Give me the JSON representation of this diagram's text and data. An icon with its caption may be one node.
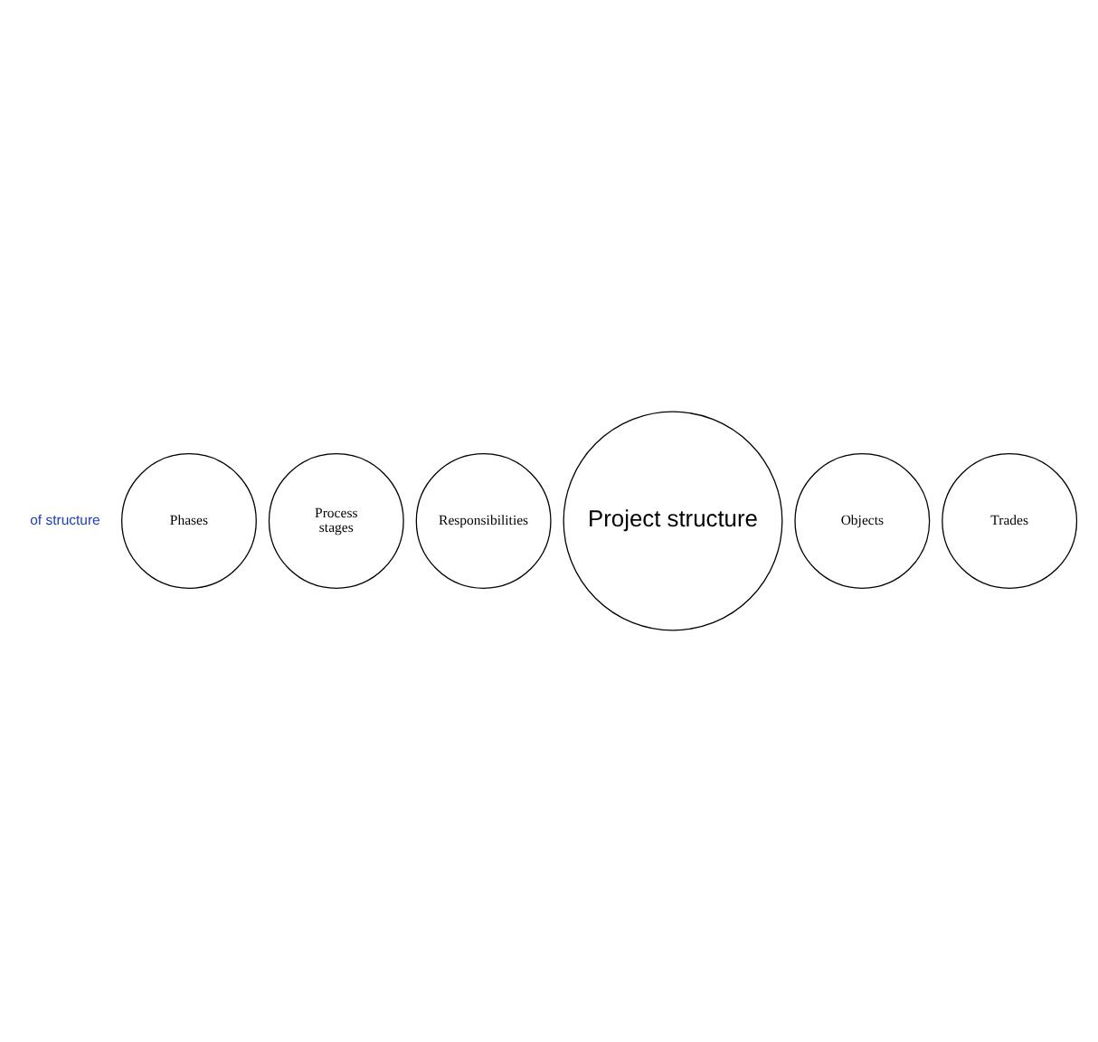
{
  "diagram": {
    "nodes": [
      {
        "text": [
          "Project structure"
        ]
      },
      {
        "text": [
          "Responsibilities"
        ]
      },
      {
        "text": [
          "Objects"
        ]
      },
      {
        "text": [
          "Phases"
        ]
      },
      {
        "text": [
          "Process stages"
        ]
      },
      {
        "text": [
          "Trades"
        ]
      }
    ],
    "labels": [
      "of structure"
    ]
  }
}
